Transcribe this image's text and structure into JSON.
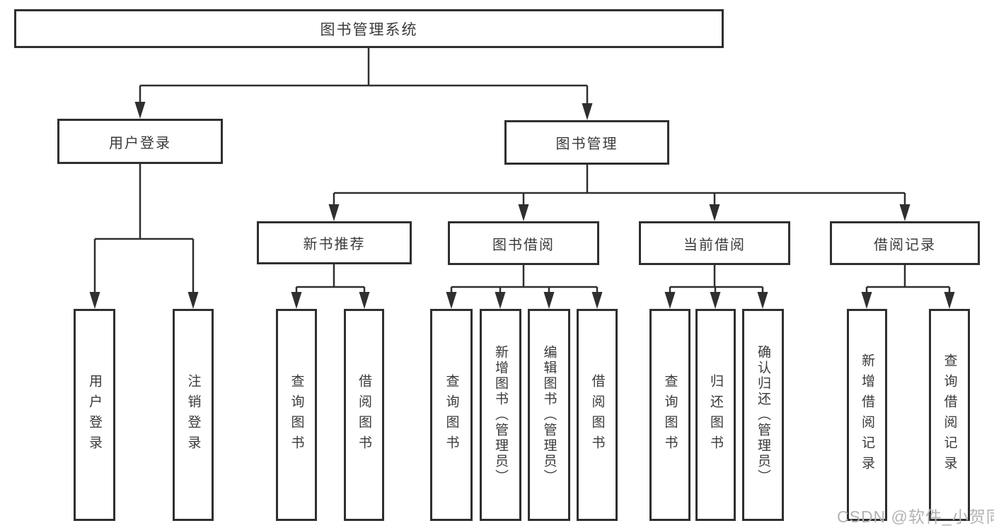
{
  "tree": {
    "label": "图书管理系统",
    "children": [
      {
        "label": "用户登录",
        "children": [
          {
            "label": "用户登录"
          },
          {
            "label": "注销登录"
          }
        ]
      },
      {
        "label": "图书管理",
        "children": [
          {
            "label": "新书推荐",
            "children": [
              {
                "label": "查询图书"
              },
              {
                "label": "借阅图书"
              }
            ]
          },
          {
            "label": "图书借阅",
            "children": [
              {
                "label": "查询图书"
              },
              {
                "label": "新增图书（管理员）"
              },
              {
                "label": "编辑图书（管理员）"
              },
              {
                "label": "借阅图书"
              }
            ]
          },
          {
            "label": "当前借阅",
            "children": [
              {
                "label": "查询图书"
              },
              {
                "label": "归还图书"
              },
              {
                "label": "确认归还（管理员）"
              }
            ]
          },
          {
            "label": "借阅记录",
            "children": [
              {
                "label": "新增借阅记录"
              },
              {
                "label": "查询借阅记录"
              }
            ]
          }
        ]
      }
    ]
  },
  "watermark": "CSDN @软件_小贺同学",
  "colors": {
    "line": "#2f2f2f",
    "box_border": "#2f2f2f",
    "text": "#3a3a3a",
    "watermark": "#b3b3b3",
    "background": "#ffffff"
  }
}
